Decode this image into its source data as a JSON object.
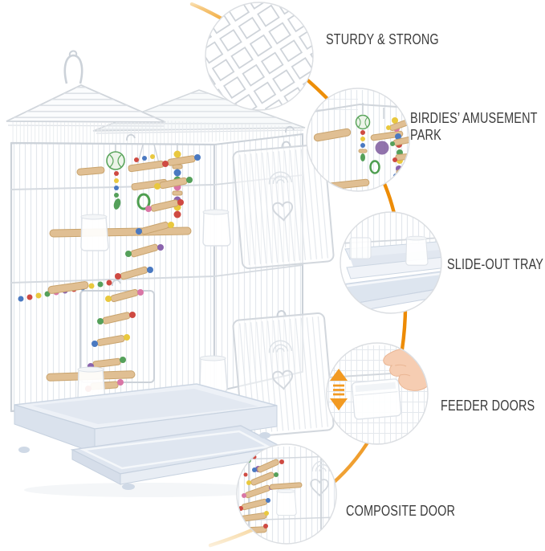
{
  "diagram": {
    "subject": "white house-roof bird cage with hanging toys, open doors and pull-out tray",
    "accent_color": "#ed8e08",
    "label_color": "#3b3b3b",
    "callouts": [
      {
        "id": "sturdy",
        "lines": [
          "STURDY & STRONG"
        ]
      },
      {
        "id": "amusement-park",
        "lines": [
          "BIRDIES’ AMUSEMENT",
          "PARK"
        ]
      },
      {
        "id": "slide-out-tray",
        "lines": [
          "SLIDE-OUT TRAY"
        ]
      },
      {
        "id": "feeder-doors",
        "lines": [
          "FEEDER DOORS"
        ]
      },
      {
        "id": "composite-door",
        "lines": [
          "COMPOSITE DOOR"
        ]
      }
    ]
  }
}
